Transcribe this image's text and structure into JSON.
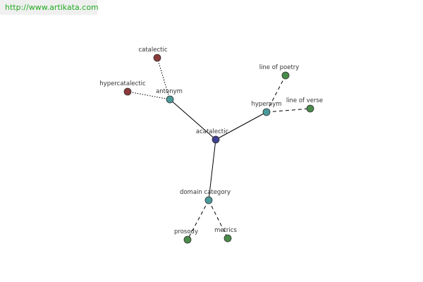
{
  "site": {
    "url_text": "http://www.artikata.com"
  },
  "colors": {
    "center": "#404090",
    "relation": "#4a9a9a",
    "antonym_leaf": "#8a3a3a",
    "related_leaf": "#4a8a4a",
    "link": "#22aa22"
  },
  "diagram": {
    "nodes": [
      {
        "id": "acatalectic",
        "label": "acatalectic",
        "kind": "center"
      },
      {
        "id": "antonym",
        "label": "antonym",
        "kind": "relation"
      },
      {
        "id": "hypernym",
        "label": "hypernym",
        "kind": "relation"
      },
      {
        "id": "domain-category",
        "label": "domain category",
        "kind": "relation"
      },
      {
        "id": "catalectic",
        "label": "catalectic",
        "kind": "antonym_leaf"
      },
      {
        "id": "hypercatalectic",
        "label": "hypercatalectic",
        "kind": "antonym_leaf"
      },
      {
        "id": "line-of-poetry",
        "label": "line of poetry",
        "kind": "related_leaf"
      },
      {
        "id": "line-of-verse",
        "label": "line of verse",
        "kind": "related_leaf"
      },
      {
        "id": "prosody",
        "label": "prosody",
        "kind": "related_leaf"
      },
      {
        "id": "metrics",
        "label": "metrics",
        "kind": "related_leaf"
      }
    ],
    "edges": [
      {
        "from": "acatalectic",
        "to": "antonym",
        "style": "solid"
      },
      {
        "from": "acatalectic",
        "to": "hypernym",
        "style": "solid"
      },
      {
        "from": "acatalectic",
        "to": "domain-category",
        "style": "solid"
      },
      {
        "from": "antonym",
        "to": "catalectic",
        "style": "dotted"
      },
      {
        "from": "antonym",
        "to": "hypercatalectic",
        "style": "dotted"
      },
      {
        "from": "hypernym",
        "to": "line-of-poetry",
        "style": "dashed"
      },
      {
        "from": "hypernym",
        "to": "line-of-verse",
        "style": "dashed"
      },
      {
        "from": "domain-category",
        "to": "prosody",
        "style": "dashed"
      },
      {
        "from": "domain-category",
        "to": "metrics",
        "style": "dashed"
      }
    ]
  }
}
